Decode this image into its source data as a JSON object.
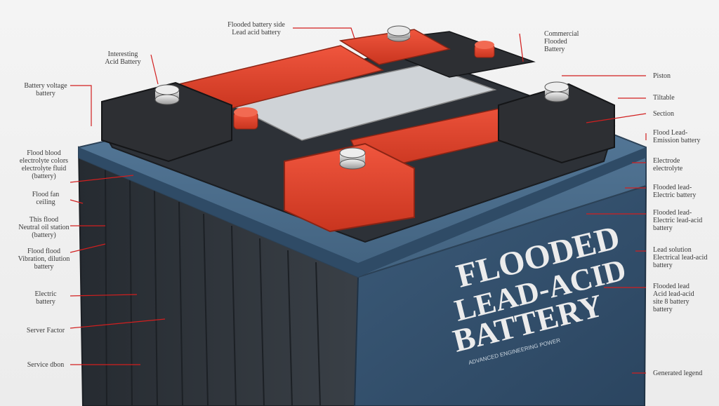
{
  "battery": {
    "title_line1": "FLOODED",
    "title_line2": "LEAD-ACID",
    "title_line3": "BATTERY",
    "tagline": "ADVANCED ENGINEERING POWER"
  },
  "colors": {
    "casing": "#34495e",
    "casing_dark": "#2a2f36",
    "top_cover": "#4a6d8c",
    "red_cap": "#e5452f",
    "terminal_black": "#2d2f33",
    "metal": "#c9c9c9",
    "callout_line": "#d21f1f",
    "text": "#3a3a3a"
  },
  "callouts_top": [
    {
      "text": "Flooded battery side\nLead acid battery"
    },
    {
      "text": "Commercial\nFlooded\nBattery"
    }
  ],
  "callouts_left": [
    {
      "text": "Interesting\nAcid Battery"
    },
    {
      "text": "Battery voltage\nbattery"
    },
    {
      "text": "Flood blood\nelectrolyte colors\nelectrolyte fluid\n(battery)"
    },
    {
      "text": "Flood fan\nceiling"
    },
    {
      "text": "This flood\nNeutral oil station\n(battery)"
    },
    {
      "text": "Flood flood\nVibration, dilution\nbattery"
    },
    {
      "text": "Electric\nbattery"
    },
    {
      "text": "Server Factor"
    },
    {
      "text": "Service dbon"
    }
  ],
  "callouts_right": [
    {
      "text": "Piston"
    },
    {
      "text": "Tiltable"
    },
    {
      "text": "Section"
    },
    {
      "text": "Flood Lead-\nEmission battery"
    },
    {
      "text": "Electrode\nelectrolyte"
    },
    {
      "text": "Flooded lead-\nElectric battery"
    },
    {
      "text": "Flooded lead-\nElectric lead-acid\nbattery"
    },
    {
      "text": "Lead solution\nElectrical lead-acid\nbattery"
    },
    {
      "text": "Flooded lead\nAcid lead-acid\nsite 8 battery\nbattery"
    },
    {
      "text": "Generated legend"
    }
  ]
}
